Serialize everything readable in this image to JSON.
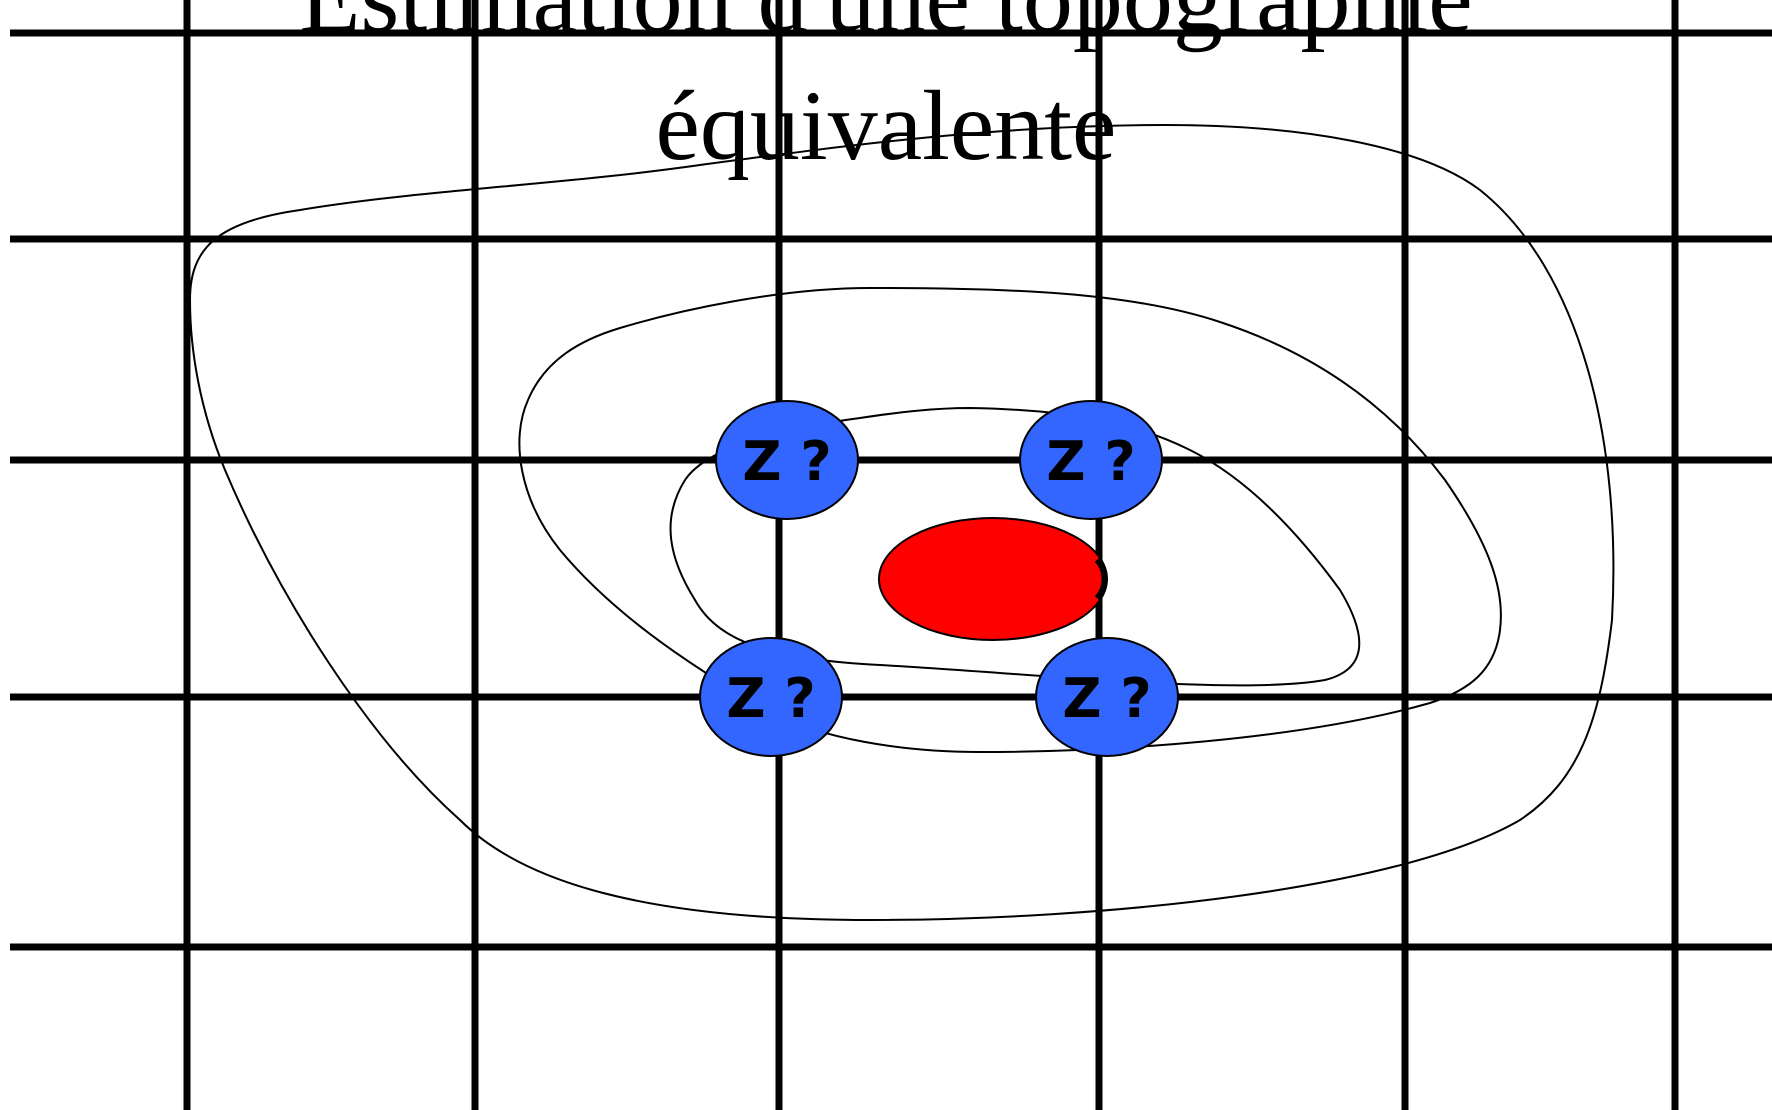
{
  "title": {
    "line1": "Estimation d'une topographie",
    "line2": "équivalente"
  },
  "unknown_nodes": [
    {
      "label": "Z ?"
    },
    {
      "label": "Z ?"
    },
    {
      "label": "Z ?"
    },
    {
      "label": "Z ?"
    }
  ],
  "colors": {
    "grid": "#000000",
    "contour": "#000000",
    "node_fill": "#3366FF",
    "target_fill": "#FF0000",
    "background": "#FFFFFF"
  }
}
